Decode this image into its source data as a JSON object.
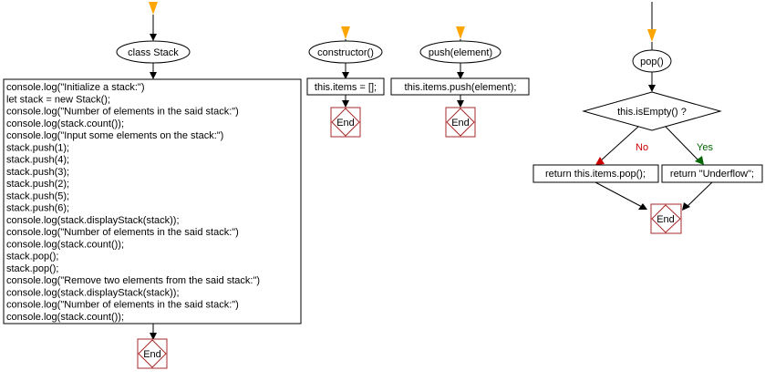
{
  "colors": {
    "start_marker": "#ffa500",
    "end_border": "#a52a2a",
    "edge_no": "#cc0000",
    "edge_yes": "#006400",
    "label_no": "#cc0000",
    "label_yes": "#006400"
  },
  "flow_class": {
    "title": "class Stack",
    "code_lines": [
      "console.log(\"Initialize a stack:\")",
      "let stack = new Stack();",
      "console.log(\"Number of elements in the said stack:\")",
      "console.log(stack.count());",
      "console.log(\"Input some elements on the stack:\")",
      "stack.push(1);",
      "stack.push(4);",
      "stack.push(3);",
      "stack.push(2);",
      "stack.push(5);",
      "stack.push(6);",
      "console.log(stack.displayStack(stack));",
      "console.log(\"Number of elements in the said stack:\")",
      "console.log(stack.count());",
      "stack.pop();",
      "stack.pop();",
      "console.log(\"Remove two elements from the said stack:\")",
      "console.log(stack.displayStack(stack));",
      "console.log(\"Number of elements in the said stack:\")",
      "console.log(stack.count());"
    ],
    "end_label": "End"
  },
  "flow_constructor": {
    "title": "constructor()",
    "statement": "this.items = [];",
    "end_label": "End"
  },
  "flow_push": {
    "title": "push(element)",
    "statement": "this.items.push(element);",
    "end_label": "End"
  },
  "flow_pop": {
    "title": "pop()",
    "condition": "this.isEmpty() ?",
    "no_label": "No",
    "yes_label": "Yes",
    "no_statement": "return this.items.pop();",
    "yes_statement": "return \"Underflow\";",
    "end_label": "End"
  }
}
